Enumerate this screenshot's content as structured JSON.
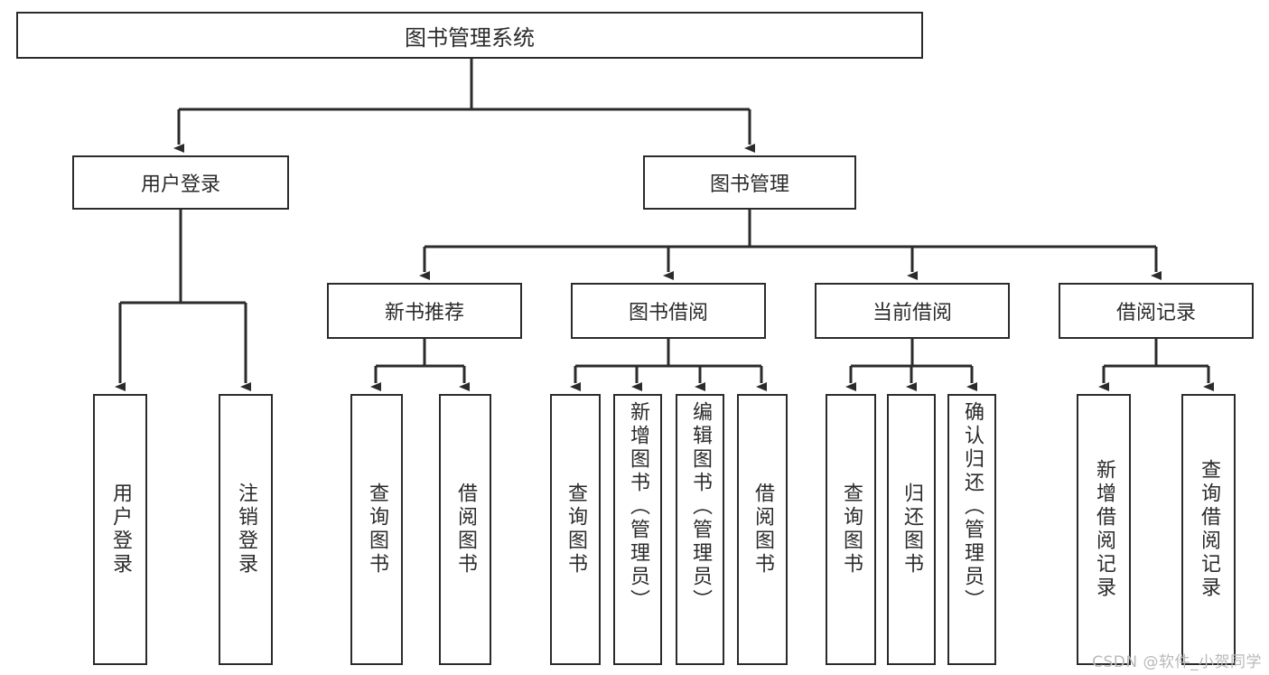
{
  "diagram": {
    "type": "tree-hierarchy",
    "title": "图书管理系统",
    "root": {
      "label": "图书管理系统"
    },
    "level2": [
      {
        "label": "用户登录"
      },
      {
        "label": "图书管理"
      }
    ],
    "level3": [
      {
        "label": "新书推荐"
      },
      {
        "label": "图书借阅"
      },
      {
        "label": "当前借阅"
      },
      {
        "label": "借阅记录"
      }
    ],
    "leaves": {
      "user_login": [
        {
          "label": "用户登录"
        },
        {
          "label": "注销登录"
        }
      ],
      "new_book_recommend": [
        {
          "label": "查询图书"
        },
        {
          "label": "借阅图书"
        }
      ],
      "book_borrow": [
        {
          "label": "查询图书"
        },
        {
          "label": "新增图书（管理员）"
        },
        {
          "label": "编辑图书（管理员）"
        },
        {
          "label": "借阅图书"
        }
      ],
      "current_borrow": [
        {
          "label": "查询图书"
        },
        {
          "label": "归还图书"
        },
        {
          "label": "确认归还（管理员）"
        }
      ],
      "borrow_record": [
        {
          "label": "新增借阅记录"
        },
        {
          "label": "查询借阅记录"
        }
      ]
    }
  },
  "watermark": {
    "text": "CSDN @软件_小贺同学"
  },
  "colors": {
    "stroke": "#2b2b2b",
    "background": "#ffffff",
    "text": "#2b2b2b",
    "watermark": "#b9b9b9"
  }
}
